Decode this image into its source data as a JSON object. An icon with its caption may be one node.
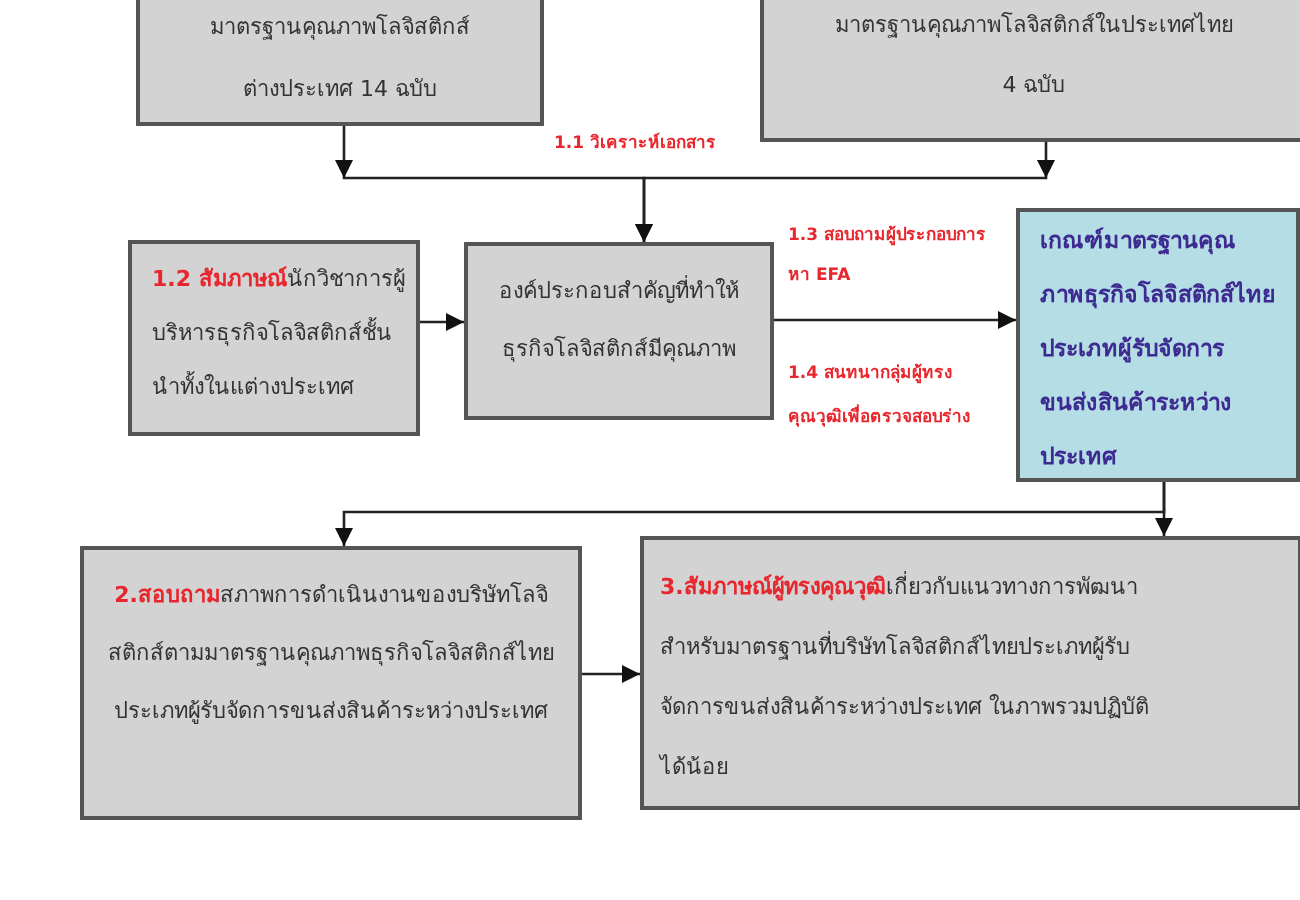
{
  "diagram": {
    "nodes": [
      {
        "text": [
          "มาตรฐานคุณภาพโลจิสติกส์ต่างประเทศ 14 ฉบับ"
        ]
      },
      {
        "text": [
          "มาตรฐานคุณภาพโลจิสติกส์ในประเทศไทย 4 ฉบับ"
        ]
      },
      {
        "text": [
          "**1.2 สัมภาษณ์**นักวิชาการผู้บริหารธุรกิจโลจิสติกส์ชั้นนำทั้งในแต่างประเทศ"
        ]
      },
      {
        "text": [
          "องค์ประกอบสำคัญที่ทำให้ธุรกิจโลจิสติกส์มีคุณภาพ"
        ]
      },
      {
        "text": [
          "เกณฑ์มาตรฐานคุณภาพธุรกิจโลจิสติกส์ไทยประเภทผู้รับจัดการขนส่งสินค้าระหว่างประเทศ"
        ]
      },
      {
        "text": [
          "**2.สอบถาม**สภาพการดำเนินงานของบริษัทโลจิสติกส์ตามมาตรฐานคุณภาพธุรกิจโลจิสติกส์ไทยประเภทผู้รับจัดการขนส่งสินค้าระหว่างประเทศ"
        ]
      },
      {
        "text": [
          "**3.สัมภาษณ์ผู้ทรงคุณวุฒิ**เกี่ยวกับแนวทางการพัฒนาสำหรับมาตรฐานที่บริษัทโลจิสติกส์ไทยประเภทผู้รับจัดการขนส่งสินค้าระหว่างประเทศ ในภาพรวมปฏิบัติได้น้อย"
        ]
      }
    ],
    "edges": [
      {
        "from": 0,
        "to": 3,
        "arrow": "to",
        "label": "1.1 วิเคราะห์เอกสาร"
      },
      {
        "from": 1,
        "to": 3,
        "arrow": "to"
      },
      {
        "from": 2,
        "to": 3,
        "arrow": "to"
      },
      {
        "from": 3,
        "to": 4,
        "arrow": "to",
        "label": "1.3 สอบถามผู้ประกอบการหา EFA"
      },
      {
        "from": 4,
        "to": 5,
        "arrow": "to"
      },
      {
        "from": 4,
        "to": 6,
        "arrow": "to"
      },
      {
        "from": 5,
        "to": 6,
        "arrow": "to"
      }
    ],
    "labels": [
      "1.4 สนทนากลุ่มผู้ทรงคุณวุฒิเพื่อตรวจสอบร่าง"
    ]
  }
}
